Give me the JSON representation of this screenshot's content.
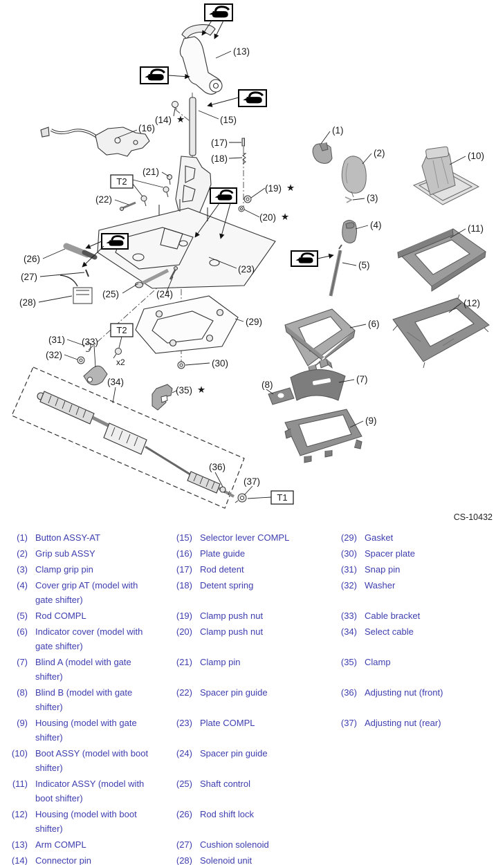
{
  "diagram": {
    "code": "CS-10432",
    "labels": {
      "c1": "(1)",
      "c2": "(2)",
      "c3": "(3)",
      "c4": "(4)",
      "c5": "(5)",
      "c6": "(6)",
      "c7": "(7)",
      "c8": "(8)",
      "c9": "(9)",
      "c10": "(10)",
      "c11": "(11)",
      "c12": "(12)",
      "c13": "(13)",
      "c14": "(14)",
      "c15": "(15)",
      "c16": "(16)",
      "c17": "(17)",
      "c18": "(18)",
      "c19": "(19)",
      "c20": "(20)",
      "c21": "(21)",
      "c22": "(22)",
      "c23": "(23)",
      "c24": "(24)",
      "c25": "(25)",
      "c26": "(26)",
      "c27": "(27)",
      "c28": "(28)",
      "c29": "(29)",
      "c30": "(30)",
      "c31": "(31)",
      "c32": "(32)",
      "c33": "(33)",
      "c34": "(34)",
      "c35": "(35)",
      "c36": "(36)",
      "c37": "(37)",
      "t1": "T1",
      "t2": "T2",
      "x2": "x2",
      "star": "★"
    },
    "colors": {
      "line": "#333333",
      "list_text": "#3e3eb0"
    }
  },
  "parts_list": {
    "rows": [
      {
        "cells": [
          {
            "num": "(1)",
            "text": "Button ASSY-AT"
          },
          {
            "num": "(15)",
            "text": "Selector lever COMPL"
          },
          {
            "num": "(29)",
            "text": "Gasket"
          }
        ]
      },
      {
        "cells": [
          {
            "num": "(2)",
            "text": "Grip sub ASSY"
          },
          {
            "num": "(16)",
            "text": "Plate guide"
          },
          {
            "num": "(30)",
            "text": "Spacer plate"
          }
        ]
      },
      {
        "cells": [
          {
            "num": "(3)",
            "text": "Clamp grip pin"
          },
          {
            "num": "(17)",
            "text": "Rod detent"
          },
          {
            "num": "(31)",
            "text": "Snap pin"
          }
        ]
      },
      {
        "cells": [
          {
            "num": "(4)",
            "text": "Cover grip AT (model with gate shifter)"
          },
          {
            "num": "(18)",
            "text": "Detent spring"
          },
          {
            "num": "(32)",
            "text": "Washer"
          }
        ]
      },
      {
        "cells": [
          {
            "num": "(5)",
            "text": "Rod COMPL"
          },
          {
            "num": "(19)",
            "text": "Clamp push nut"
          },
          {
            "num": "(33)",
            "text": "Cable bracket"
          }
        ]
      },
      {
        "cells": [
          {
            "num": "(6)",
            "text": "Indicator cover (model with gate shifter)"
          },
          {
            "num": "(20)",
            "text": "Clamp push nut"
          },
          {
            "num": "(34)",
            "text": "Select cable"
          }
        ]
      },
      {
        "cells": [
          {
            "num": "(7)",
            "text": "Blind A (model with gate shifter)"
          },
          {
            "num": "(21)",
            "text": "Clamp pin"
          },
          {
            "num": "(35)",
            "text": "Clamp"
          }
        ]
      },
      {
        "cells": [
          {
            "num": "(8)",
            "text": "Blind B (model with gate shifter)"
          },
          {
            "num": "(22)",
            "text": "Spacer pin guide"
          },
          {
            "num": "(36)",
            "text": "Adjusting nut (front)"
          }
        ]
      },
      {
        "cells": [
          {
            "num": "(9)",
            "text": "Housing (model with gate shifter)"
          },
          {
            "num": "(23)",
            "text": "Plate COMPL"
          },
          {
            "num": "(37)",
            "text": "Adjusting nut (rear)"
          }
        ]
      },
      {
        "cells": [
          {
            "num": "(10)",
            "text": "Boot ASSY (model with boot shifter)"
          },
          {
            "num": "(24)",
            "text": "Spacer pin guide"
          },
          null
        ]
      },
      {
        "cells": [
          {
            "num": "(11)",
            "text": "Indicator ASSY (model with boot shifter)"
          },
          {
            "num": "(25)",
            "text": "Shaft control"
          },
          null
        ]
      },
      {
        "cells": [
          {
            "num": "(12)",
            "text": "Housing (model with boot shifter)"
          },
          {
            "num": "(26)",
            "text": "Rod shift lock"
          },
          null
        ]
      },
      {
        "cells": [
          {
            "num": "(13)",
            "text": "Arm COMPL"
          },
          {
            "num": "(27)",
            "text": "Cushion solenoid"
          },
          null
        ]
      },
      {
        "cells": [
          {
            "num": "(14)",
            "text": "Connector pin"
          },
          {
            "num": "(28)",
            "text": "Solenoid unit"
          },
          null
        ]
      }
    ]
  }
}
